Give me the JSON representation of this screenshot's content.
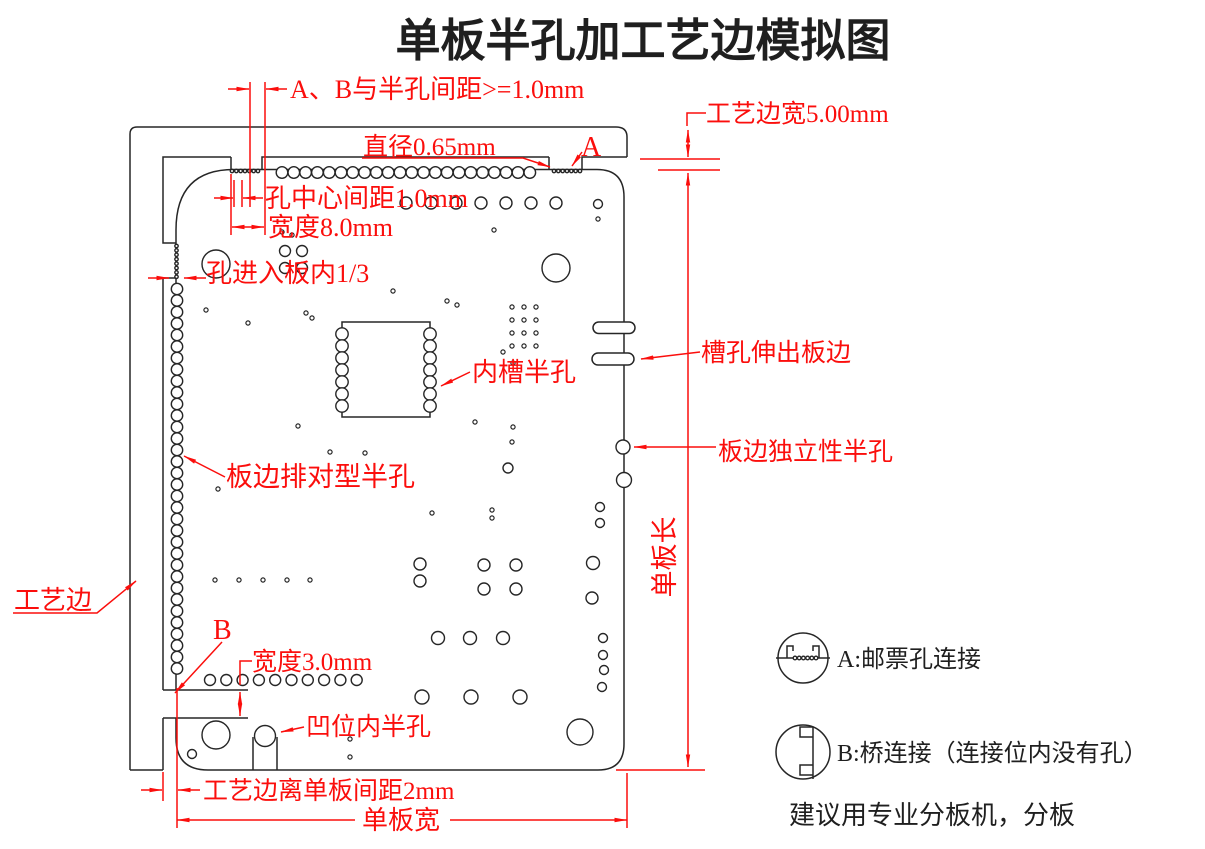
{
  "title": "单板半孔加工艺边模拟图",
  "colors": {
    "annotation": "#fb0e0c",
    "line": "#1f1f1f",
    "background": "#ffffff"
  },
  "annotations": {
    "ab_half_hole_gap": "A、B与半孔间距>=1.0mm",
    "hole_center_pitch": "孔中心间距1.0mm",
    "tab_width": "宽度8.0mm",
    "hole_diameter": "直径0.65mm",
    "label_a": "A",
    "process_edge_width": "工艺边宽5.00mm",
    "hole_into_board": "孔进入板内1/3",
    "inner_slot_half_hole": "内槽半孔",
    "slot_beyond_edge": "槽孔伸出板边",
    "independent_half_hole": "板边独立性半孔",
    "edge_row_half_hole": "板边排对型半孔",
    "process_edge": "工艺边",
    "board_length": "单板长",
    "label_b": "B",
    "notch_width": "宽度3.0mm",
    "recess_half_hole": "凹位内半孔",
    "edge_to_board_gap": "工艺边离单板间距2mm",
    "board_width": "单板宽"
  },
  "legend": {
    "a": "A:邮票孔连接",
    "b": "B:桥连接（连接位内没有孔）",
    "note": "建议用专业分板机，分板"
  }
}
